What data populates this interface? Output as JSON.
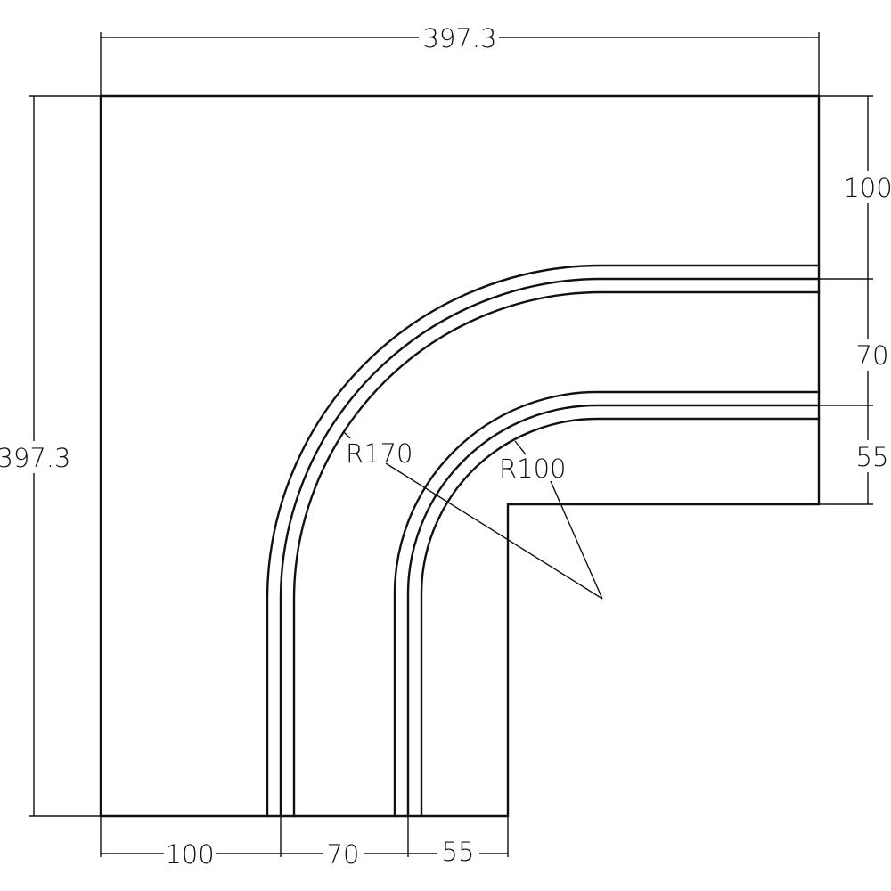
{
  "drawing": {
    "overall_width": "397.3",
    "overall_height": "397.3",
    "right_dims": {
      "top": "100",
      "middle": "70",
      "bottom": "55"
    },
    "bottom_dims": {
      "left": "100",
      "middle": "70",
      "right": "55"
    },
    "radius_outer": "R170",
    "radius_inner": "R100"
  }
}
